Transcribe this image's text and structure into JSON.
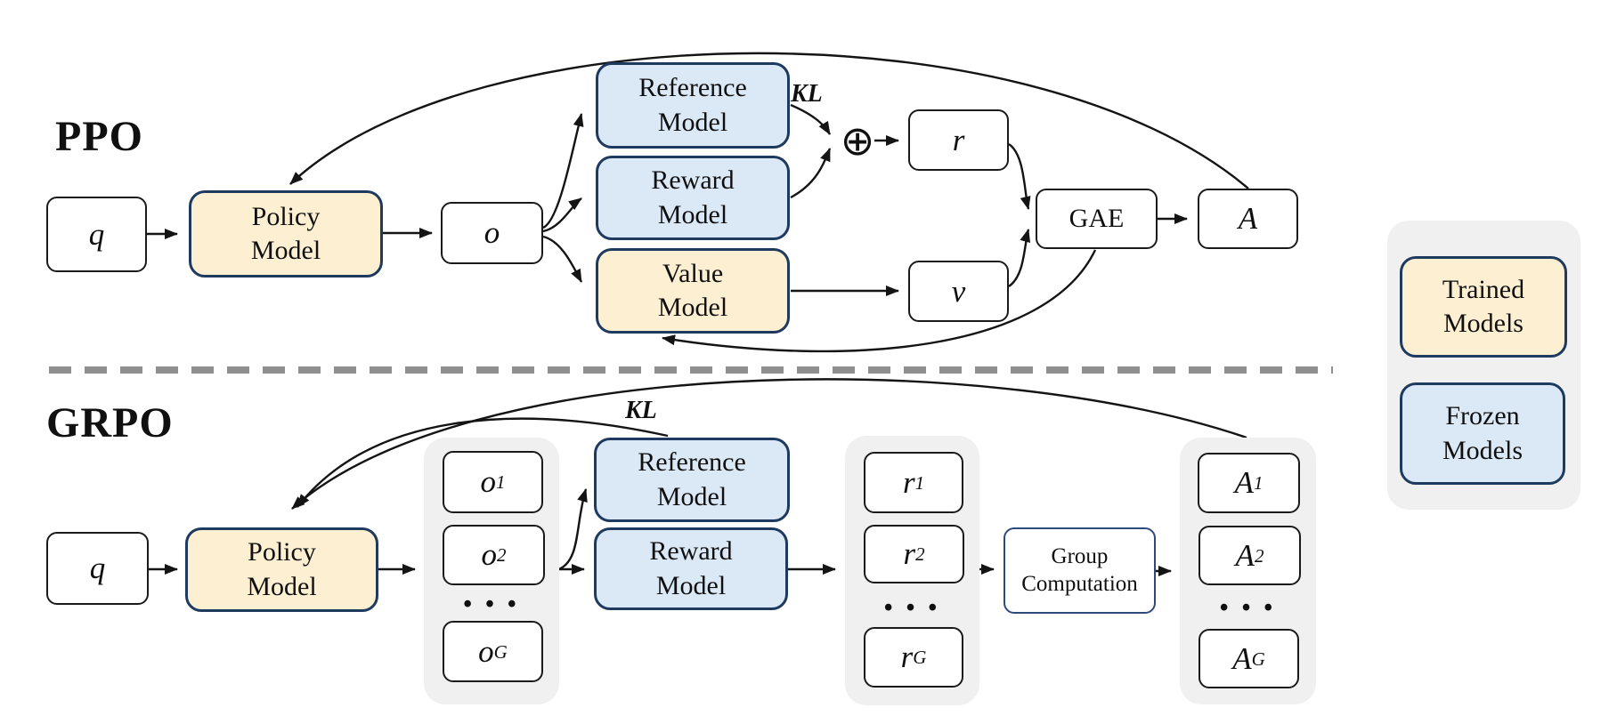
{
  "theme": {
    "yellow-fill": "#fcefd2",
    "blue-fill": "#dbe8f6",
    "navy": "#1f3a5f",
    "box-border": "#1a1a1a",
    "panel": "#f0f0f1",
    "dash": "#8f8f8f",
    "line": "#141414",
    "text": "#101010"
  },
  "ppo": {
    "section_label": "PPO",
    "query": "q",
    "policy_model": "Policy\nModel",
    "output": "o",
    "reference_model": "Reference\nModel",
    "reward_model": "Reward\nModel",
    "value_model": "Value\nModel",
    "kl_label": "KL",
    "oplus_symbol": "⊕",
    "reward": "r",
    "value": "v",
    "gae": "GAE",
    "advantage": "A"
  },
  "grpo": {
    "section_label": "GRPO",
    "query": "q",
    "policy_model": "Policy\nModel",
    "kl_label": "KL",
    "reference_model": "Reference\nModel",
    "reward_model": "Reward\nModel",
    "group_computation": "Group\nComputation",
    "ellipsis": "• • •",
    "outputs": [
      {
        "base": "o",
        "sub": "1"
      },
      {
        "base": "o",
        "sub": "2"
      },
      {
        "base": "o",
        "sub": "G"
      }
    ],
    "rewards": [
      {
        "base": "r",
        "sub": "1"
      },
      {
        "base": "r",
        "sub": "2"
      },
      {
        "base": "r",
        "sub": "G"
      }
    ],
    "advantages": [
      {
        "base": "A",
        "sub": "1"
      },
      {
        "base": "A",
        "sub": "2"
      },
      {
        "base": "A",
        "sub": "G"
      }
    ]
  },
  "legend": {
    "trained_models": "Trained\nModels",
    "frozen_models": "Frozen\nModels"
  }
}
